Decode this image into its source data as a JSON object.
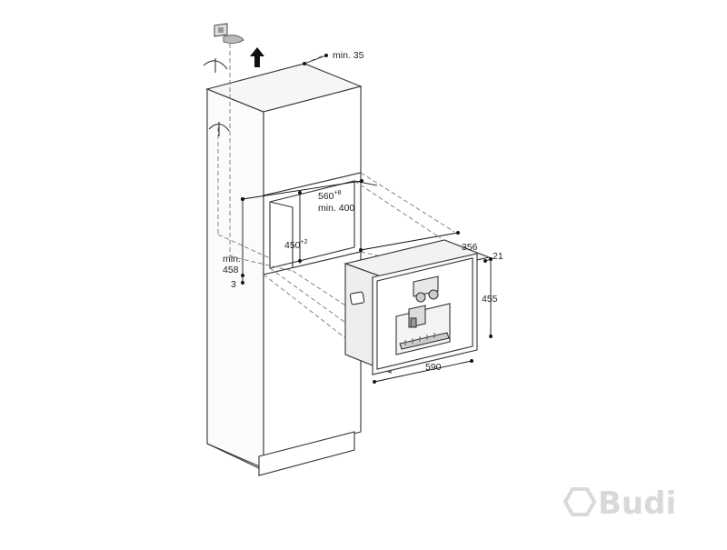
{
  "dimensions": {
    "top_clearance": "min. 35",
    "niche_width_base": "560",
    "niche_width_tol": "+8",
    "niche_min_height": "min. 400",
    "niche_depth_base": "450",
    "niche_depth_tol": "+2",
    "cabinet_height_prefix": "min.",
    "cabinet_height_value": "458",
    "shelf_gap": "3",
    "appliance_depth": "356",
    "front_panel": "21",
    "appliance_height": "455",
    "appliance_width": "590"
  },
  "watermark": {
    "text": "Budi"
  },
  "colors": {
    "line": "#333333",
    "dash": "#777777",
    "watermark": "#d9d9d9"
  }
}
